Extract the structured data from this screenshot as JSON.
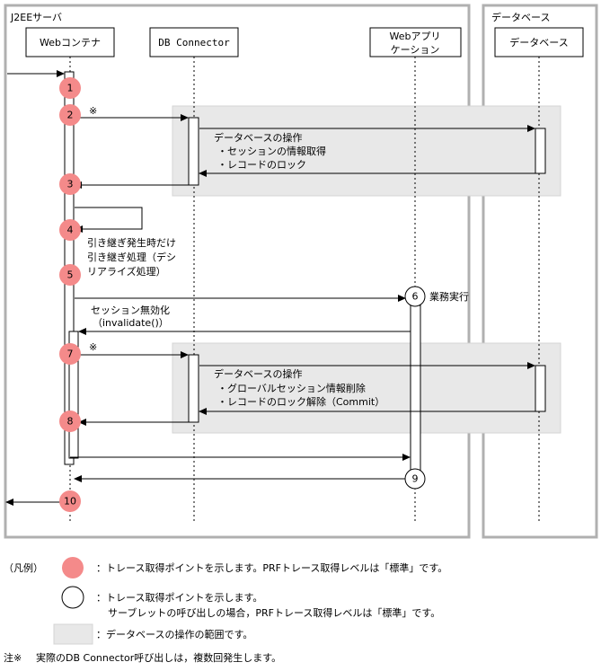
{
  "servers": {
    "j2ee": "J2EEサーバ",
    "database": "データベース"
  },
  "lifelines": {
    "web_container": "Webコンテナ",
    "db_connector": "DB Connector",
    "webapp_line1": "Webアプリ",
    "webapp_line2": "ケーション",
    "database": "データベース"
  },
  "points": [
    "1",
    "2",
    "3",
    "4",
    "5",
    "6",
    "7",
    "8",
    "9",
    "10"
  ],
  "notes": {
    "asterisk": "※",
    "db_op1": [
      "データベースの操作",
      "・セッションの情報取得",
      "・レコードのロック"
    ],
    "db_op2": [
      "データベースの操作",
      "・グローバルセッション情報削除",
      "・レコードのロック解除（Commit）"
    ],
    "takeover": [
      "引き継ぎ発生時だけ",
      "引き継ぎ処理（デシ",
      "リアライズ処理）"
    ],
    "business": "業務実行",
    "invalidate": [
      "セッション無効化",
      "（invalidate()）"
    ]
  },
  "legend": {
    "title": "（凡例）",
    "filled": "：トレース取得ポイントを示します。PRFトレース取得レベルは「標準」です。",
    "open_line1": "：トレース取得ポイントを示します。",
    "open_line2": "サーブレットの呼び出しの場合，PRFトレース取得レベルは「標準」です。",
    "gray": "：データベースの操作の範囲です。",
    "footnote_label": "注※",
    "footnote": "実際のDB Connector呼び出しは，複数回発生します。"
  },
  "colors": {
    "trace_point_fill": "#f48a8a",
    "db_range_fill": "#e8e8e8",
    "frame": "#b0b0b0"
  }
}
